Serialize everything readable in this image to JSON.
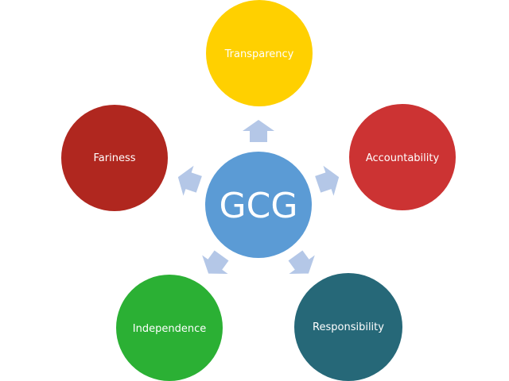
{
  "center": {
    "label": "GCG",
    "color": "#5b9bd5"
  },
  "principles": [
    {
      "label": "Transparency",
      "color": "#ffd000"
    },
    {
      "label": "Accountability",
      "color": "#cc3333"
    },
    {
      "label": "Responsibility",
      "color": "#266878"
    },
    {
      "label": "Independence",
      "color": "#2bb034"
    },
    {
      "label": "Fariness",
      "color": "#b0271f"
    }
  ],
  "arrow_color": "#b4c7e7"
}
